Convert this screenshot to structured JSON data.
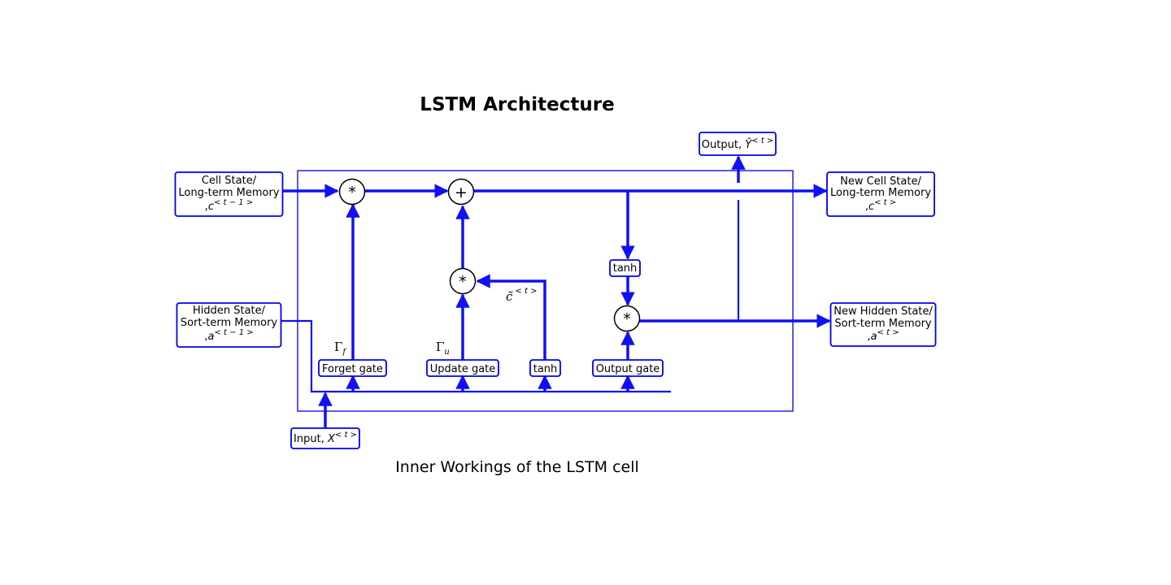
{
  "title": "LSTM Architecture",
  "subtitle": "Inner Workings of the LSTM cell",
  "inputs": {
    "cell_state": {
      "line1": "Cell State/",
      "line2": "Long-term Memory",
      "line3_prefix": ",",
      "sym": "c",
      "sup": "< t − 1 >"
    },
    "hidden_state": {
      "line1": "Hidden State/",
      "line2": "Sort-term Memory",
      "line3_prefix": ",",
      "sym": "a",
      "sup": "< t − 1 >"
    },
    "input": {
      "prefix": "Input, ",
      "sym": "X",
      "sup": "< t >"
    }
  },
  "outputs": {
    "new_cell_state": {
      "line1": "New Cell State/",
      "line2": "Long-term Memory",
      "line3_prefix": ",",
      "sym": "c",
      "sup": "< t >"
    },
    "new_hidden_state": {
      "line1": "New Hidden State/",
      "line2": "Sort-term Memory",
      "line3_prefix": ",",
      "sym": "a",
      "sup": "< t >"
    },
    "output": {
      "prefix": "Output, ",
      "sym": "Ŷ",
      "sup": "< t >"
    }
  },
  "gates": {
    "forget": "Forget gate",
    "update": "Update gate",
    "tanh": "tanh",
    "output": "Output gate",
    "tanh_cell": "tanh"
  },
  "gate_symbols": {
    "forget": {
      "sym": "Γ",
      "sub": "f"
    },
    "update": {
      "sym": "Γ",
      "sub": "u"
    },
    "candidate": {
      "sym": "c̃",
      "sup": "< t >"
    }
  },
  "operators": {
    "forget_mult": "*",
    "add": "+",
    "update_mult": "*",
    "output_mult": "*"
  },
  "colors": {
    "line": "#1010f5",
    "box": "#0000ee"
  }
}
